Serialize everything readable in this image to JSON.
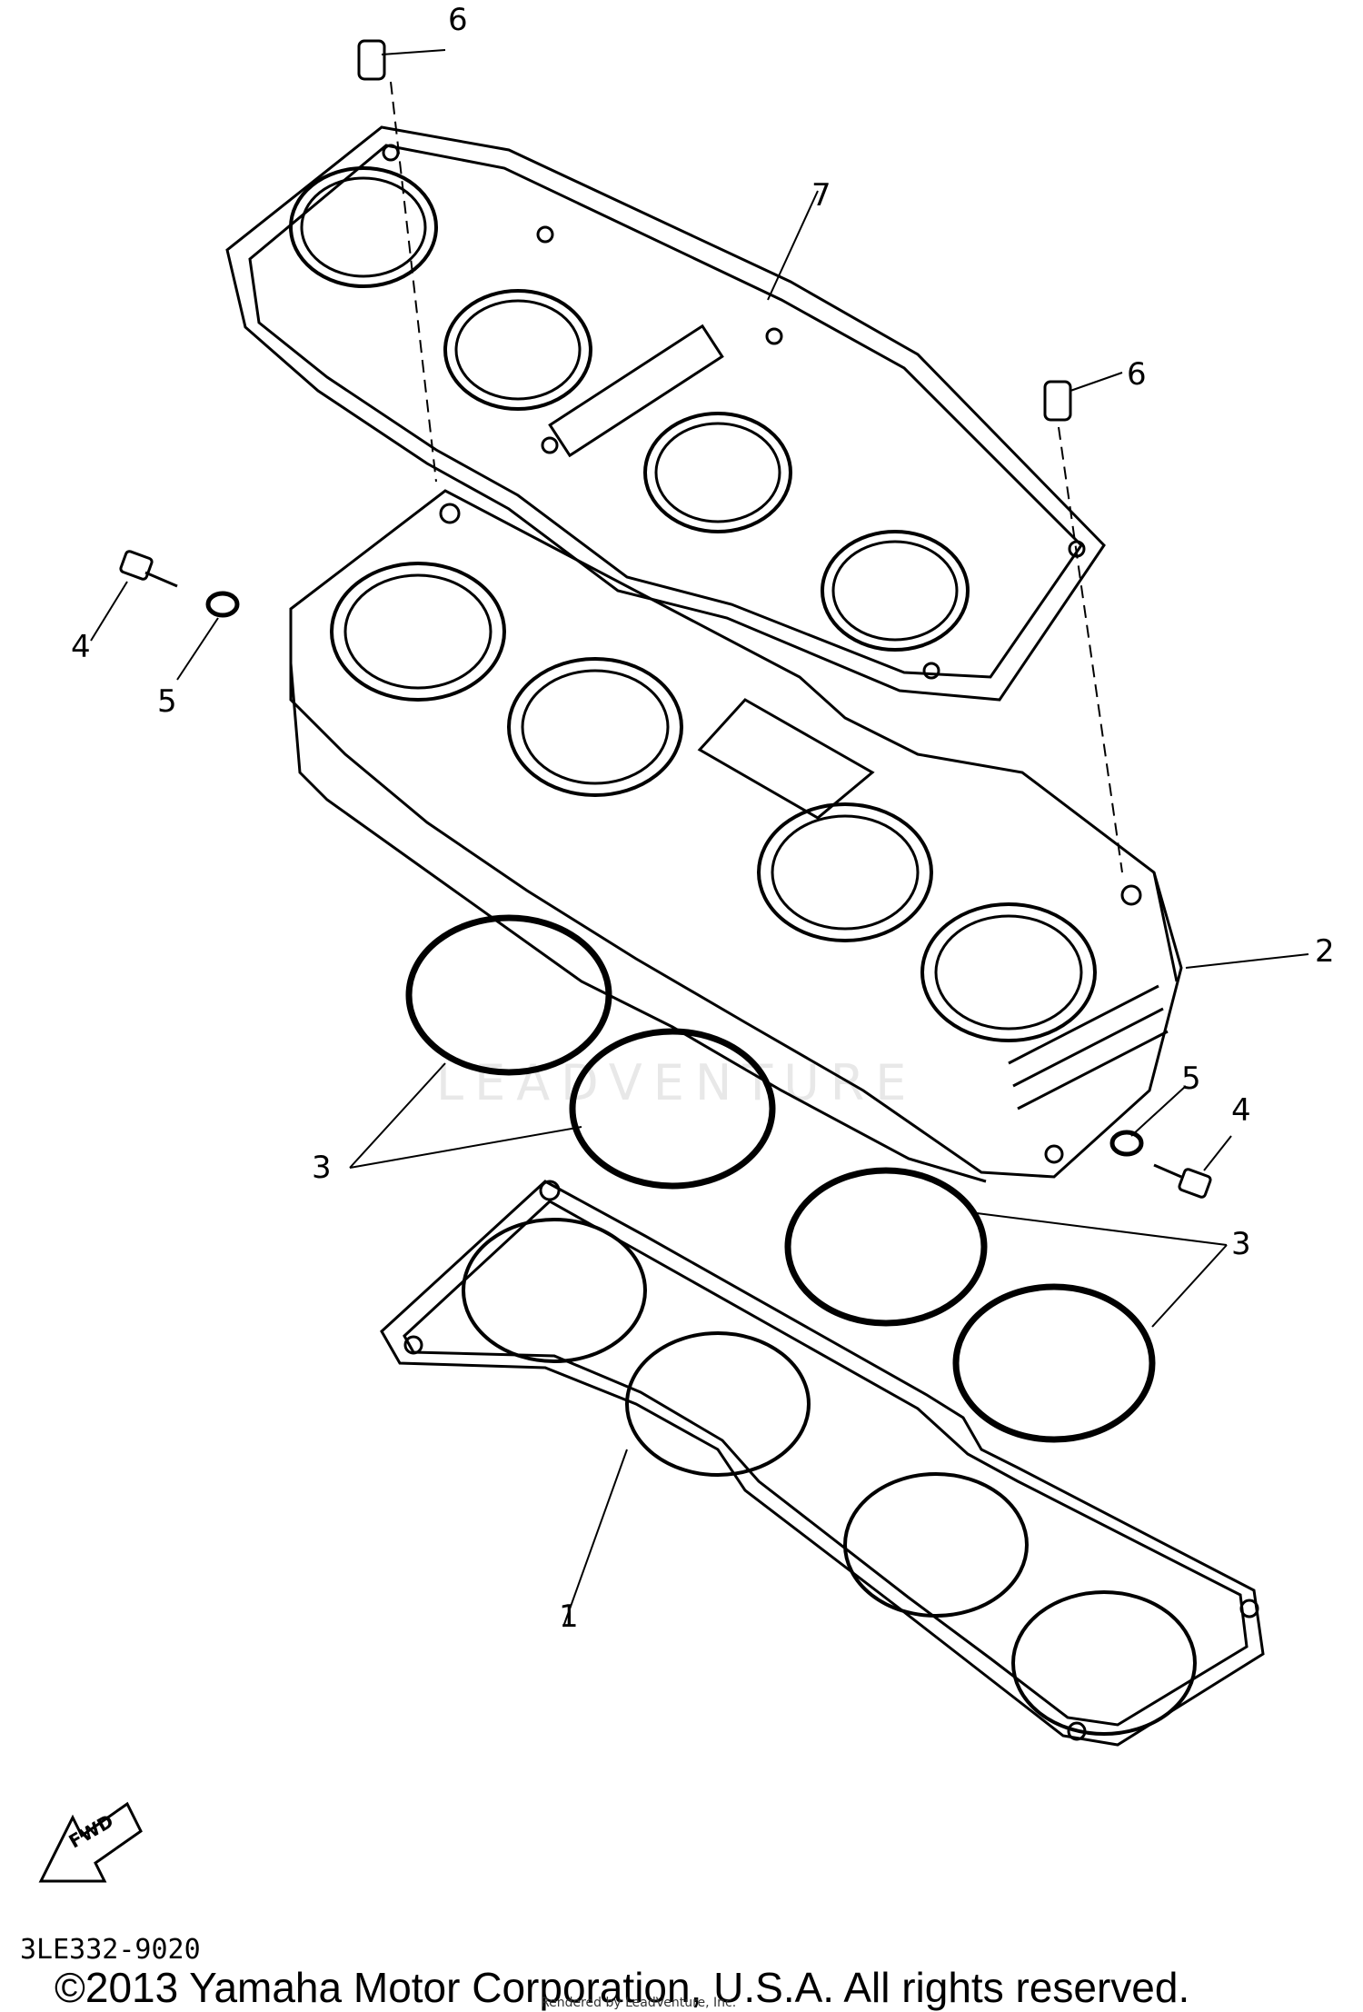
{
  "callouts": {
    "c1": "1",
    "c2": "2",
    "c3a": "3",
    "c3b": "3",
    "c4a": "4",
    "c4b": "4",
    "c5a": "5",
    "c5b": "5",
    "c6a": "6",
    "c6b": "6",
    "c7": "7"
  },
  "watermark": "LEADVENTURE",
  "fwd_label": "FWD",
  "part_number": "3LE332-9020",
  "copyright": "©2013 Yamaha Motor Corporation, U.S.A. All rights reserved.",
  "rendered_by": "Rendered by LeadVenture, Inc."
}
